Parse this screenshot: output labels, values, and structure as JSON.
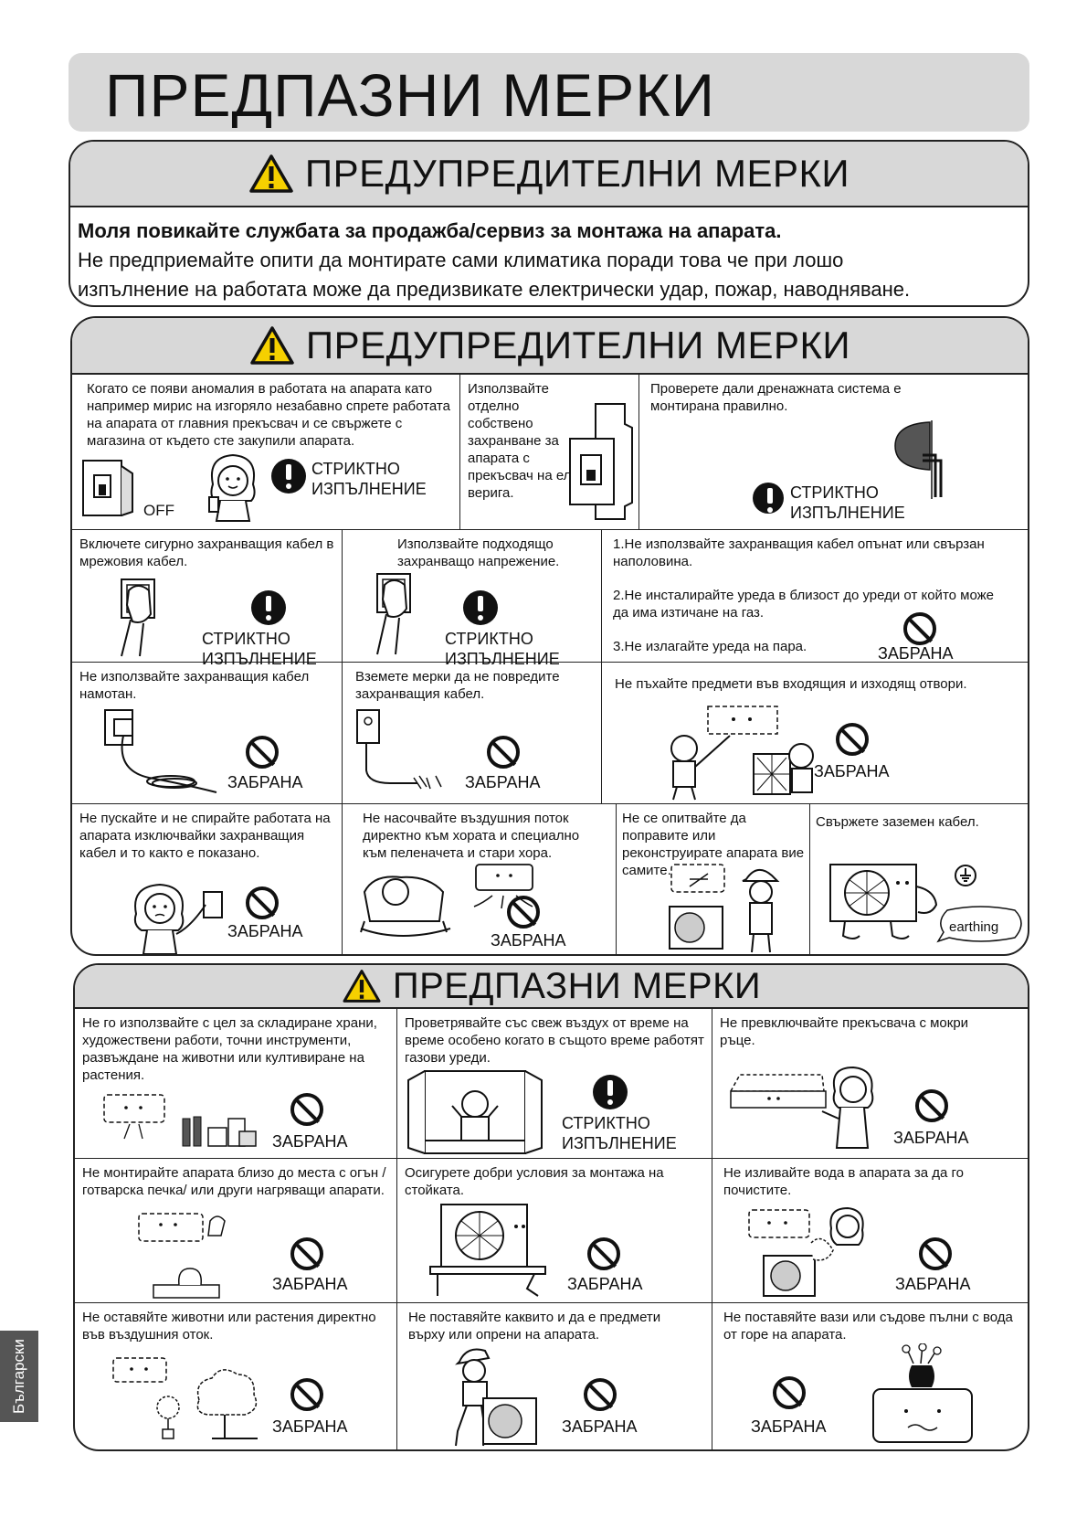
{
  "page_title": "ПРЕДПАЗНИ МЕРКИ",
  "panel1": {
    "heading": "ПРЕДУПРЕДИТЕЛНИ МЕРКИ",
    "bold_line": "Моля повикайте службата за продажба/сервиз за монтажа на апарата.",
    "line2": "Не предприемайте опити да монтирате сами климатика поради това че при лошо",
    "line3": "изпълнение на работата може да предизвикате електрически удар, пожар, наводняване."
  },
  "panel2": {
    "heading": "ПРЕДУПРЕДИТЕЛНИ МЕРКИ",
    "cells": [
      {
        "text": "Когато се появи аномалия в работата на апарата като например мирис на изгоряло незабавно спрете работата на апарата от главния прекъсвач и се свържете с магазина от където сте закупили апарата.",
        "label": "СТРИКТНО ИЗПЪЛНЕНИЕ",
        "extra": "OFF"
      },
      {
        "text": "Използвайте отделно собствено захранване за апарата с прекъсвач на ел. верига."
      },
      {
        "text": "Проверете дали дренажната система е монтирана правилно.",
        "label": "СТРИКТНО ИЗПЪЛНЕНИЕ"
      },
      {
        "text": "Включете сигурно захранващия кабел в мрежовия кабел.",
        "label": "СТРИКТНО ИЗПЪЛНЕНИЕ"
      },
      {
        "text": "Използвайте  подходящо захранващо напрежение.",
        "label": "СТРИКТНО ИЗПЪЛНЕНИЕ"
      },
      {
        "text1": "1.Не използвайте захранващия кабел опънат или свързан наполовина.",
        "text2": "2.Не инсталирайте уреда в близост до уреди от който може да има изтичане на газ.",
        "text3": "3.Не излагайте уреда на пара.",
        "label": "ЗАБРАНА"
      },
      {
        "text": "Не използвайте захранващия кабел намотан.",
        "label": "ЗАБРАНА"
      },
      {
        "text": "Вземете мерки да не повредите захранващия кабел.",
        "label": "ЗАБРАНА"
      },
      {
        "text": "Не пъхайте предмети във входящия и изходящ отвори.",
        "label": "ЗАБРАНА"
      },
      {
        "text": "Не пускайте и не спирайте работата на апарата изключвайки захранващия кабел и то както е показано.",
        "label": "ЗАБРАНА"
      },
      {
        "text": "Не насочвайте въздушния поток директно към хората и специално към пеленачета и стари хора.",
        "label": "ЗАБРАНА"
      },
      {
        "text": "Не се опитвайте да поправите или реконструирате апарата вие самите."
      },
      {
        "text": "Свържете заземен кабел.",
        "extra": "earthing"
      }
    ]
  },
  "panel3": {
    "heading": "ПРЕДПАЗНИ МЕРКИ",
    "cells": [
      {
        "text": "Не го използвайте с цел за складиране храни, художествени работи, точни инструменти, развъждане на животни или култивиране на растения.",
        "label": "ЗАБРАНА"
      },
      {
        "text": "Проветрявайте със свеж въздух от време на време особено когато в същото време работят газови уреди.",
        "label": "СТРИКТНО ИЗПЪЛНЕНИЕ"
      },
      {
        "text": "Не превключвайте прекъсвача с мокри ръце.",
        "label": "ЗАБРАНА"
      },
      {
        "text": "Не монтирайте апарата близо до места с огън /готварска печка/ или други нагряващи апарати.",
        "label": "ЗАБРАНА"
      },
      {
        "text": "Осигурете добри условия за монтажа на стойката.",
        "label": "ЗАБРАНА"
      },
      {
        "text": "Не изливайте вода в апарата за да го почистите.",
        "label": "ЗАБРАНА"
      },
      {
        "text": "Не оставяйте животни или растения директно във въздушния оток.",
        "label": "ЗАБРАНА"
      },
      {
        "text": "Не поставяйте каквито и да е предмети върху или опрени на апарата.",
        "label": "ЗАБРАНА"
      },
      {
        "text": "Не поставяйте вази или съдове пълни с вода от горе на апарата.",
        "label": "ЗАБРАНА"
      }
    ]
  },
  "side_tab": "Български"
}
